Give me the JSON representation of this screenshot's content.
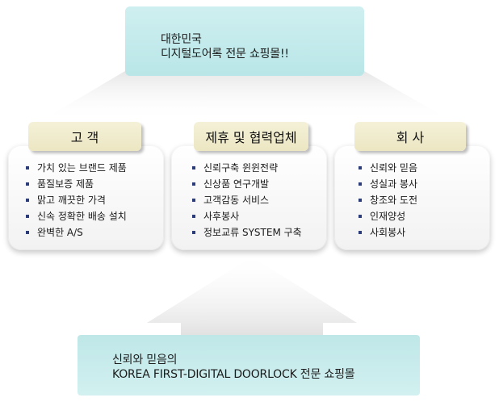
{
  "top": {
    "line1": "대한민국",
    "line2": "디지털도어록 전문 쇼핑몰!!"
  },
  "sections": [
    {
      "tab": "고 객",
      "items": [
        "가치 있는 브랜드 제품",
        "품질보증 제품",
        "맑고 깨끗한 가격",
        "신속 정확한 배송 설치",
        "완벽한 A/S"
      ]
    },
    {
      "tab": "제휴 및 협력업체",
      "items": [
        "신뢰구축 윈윈전략",
        "신상품 연구개발",
        "고객감동 서비스",
        "사후봉사",
        "정보교류 SYSTEM 구축"
      ]
    },
    {
      "tab": "회 사",
      "items": [
        "신뢰와 믿음",
        "성실과 봉사",
        "창조와 도전",
        "인재양성",
        "사회봉사"
      ]
    }
  ],
  "bottom": {
    "line1": "신뢰와 믿음의",
    "line2": "KOREA FIRST-DIGITAL DOORLOCK 전문 쇼핑몰"
  },
  "colors": {
    "box_teal": "#c4eaeb",
    "tab_beige": "#efe9c9",
    "bullet": "#2c3b7a"
  }
}
